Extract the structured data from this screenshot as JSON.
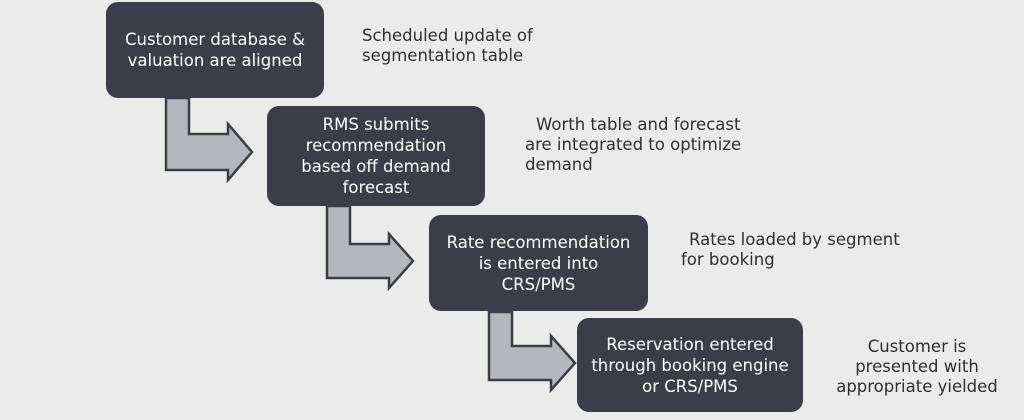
{
  "steps": [
    {
      "lines": [
        "Customer database &",
        "valuation are aligned"
      ]
    },
    {
      "lines": [
        "RMS submits",
        "recommendation",
        "based off demand",
        "forecast"
      ]
    },
    {
      "lines": [
        "Rate recommendation",
        "is entered into",
        "CRS/PMS"
      ]
    },
    {
      "lines": [
        "Reservation entered",
        "through booking engine",
        "or CRS/PMS"
      ]
    }
  ],
  "notes": [
    {
      "lines": [
        "Scheduled update of",
        "segmentation table"
      ]
    },
    {
      "lines": [
        "Worth table and forecast",
        "are integrated to optimize",
        "demand"
      ]
    },
    {
      "lines": [
        "Rates loaded by segment",
        "for booking"
      ]
    },
    {
      "lines": [
        "Customer is",
        "presented with",
        "appropriate yielded"
      ]
    }
  ],
  "colors": {
    "box": "#3b3e48",
    "box_text": "#ffffff",
    "arrow_fill": "#b4b7bc",
    "arrow_stroke": "#3b3e48",
    "background": "#ebebeb"
  }
}
